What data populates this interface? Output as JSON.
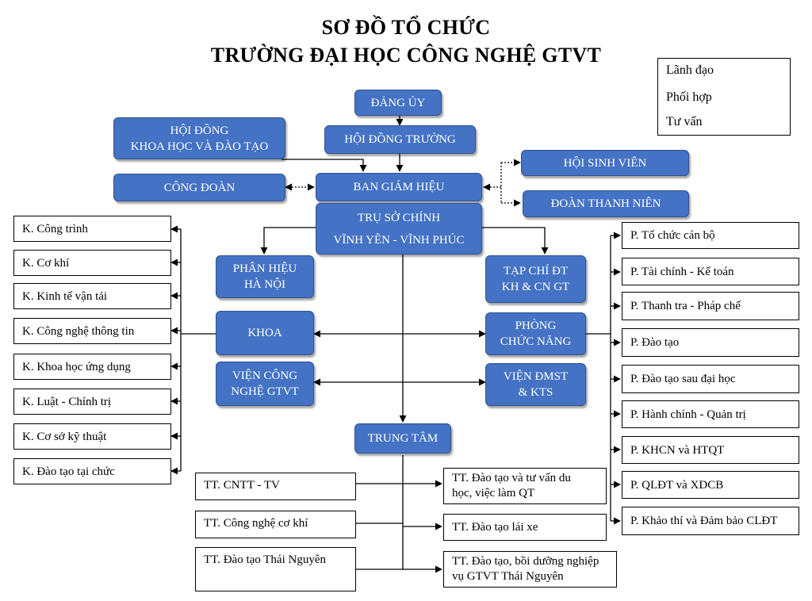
{
  "title": {
    "line1": "SƠ ĐỒ TỔ CHỨC",
    "line2": "TRƯỜNG ĐẠI HỌC CÔNG NGHỆ GTVT"
  },
  "legend": {
    "items": [
      "Lãnh đạo",
      "Phối hợp",
      "Tư vấn"
    ]
  },
  "nodes": {
    "dang_uy": "ĐẢNG ỦY",
    "hoi_dong_truong": "HỘI ĐỒNG TRƯỜNG",
    "hoi_dong_khdt": "HỘI ĐỒNG\nKHOA HỌC VÀ ĐÀO TẠO",
    "cong_doan": "CÔNG ĐOÀN",
    "ban_giam_hieu": "BAN GIÁM HIỆU",
    "hoi_sinh_vien": "HỘI SINH VIÊN",
    "doan_thanh_nien": "ĐOÀN THANH NIÊN",
    "tru_so_chinh": "TRỤ SỞ CHÍNH\nVĨNH YÊN - VĨNH PHÚC",
    "phan_hieu": "PHÂN HIỆU\nHÀ NỘI",
    "tap_chi": "TẠP CHÍ ĐT\nKH & CN GT",
    "khoa": "KHOA",
    "phong_chuc_nang": "PHÒNG\nCHỨC NĂNG",
    "vien_cong_nghe": "VIỆN CÔNG\nNGHỆ GTVT",
    "vien_dmst": "VIỆN ĐMST\n& KTS",
    "trung_tam": "TRUNG TÂM"
  },
  "khoa_list": [
    "K. Công trình",
    "K. Cơ khí",
    "K. Kinh tế vận tải",
    "K. Công nghệ thông tin",
    "K. Khoa học ứng dụng",
    "K. Luật - Chính trị",
    "K. Cơ sở kỹ thuật",
    "K. Đào tạo tại chức"
  ],
  "phong_list": [
    "P. Tổ chức cán bộ",
    "P. Tài chính - Kế toán",
    "P. Thanh tra - Pháp chế",
    "P. Đào tạo",
    "P. Đào tạo sau đại học",
    "P. Hành chính - Quản trị",
    "P. KHCN và HTQT",
    "P. QLĐT và XDCB",
    "P. Khảo thí và Đảm bảo CLĐT"
  ],
  "trung_tam_left": [
    "TT. CNTT - TV",
    "TT. Công nghệ cơ khí",
    "TT. Đào tạo Thái Nguyên"
  ],
  "trung_tam_right": [
    "TT. Đào tạo và tư vấn du\nhọc, việc làm QT",
    "TT. Đào tạo lái xe",
    "TT. Đào tạo, bồi dưỡng nghiệp\nvụ GTVT Thái Nguyên"
  ],
  "colors": {
    "box_fill": "#4472c4",
    "box_border": "#2f528f",
    "line": "#000000"
  }
}
